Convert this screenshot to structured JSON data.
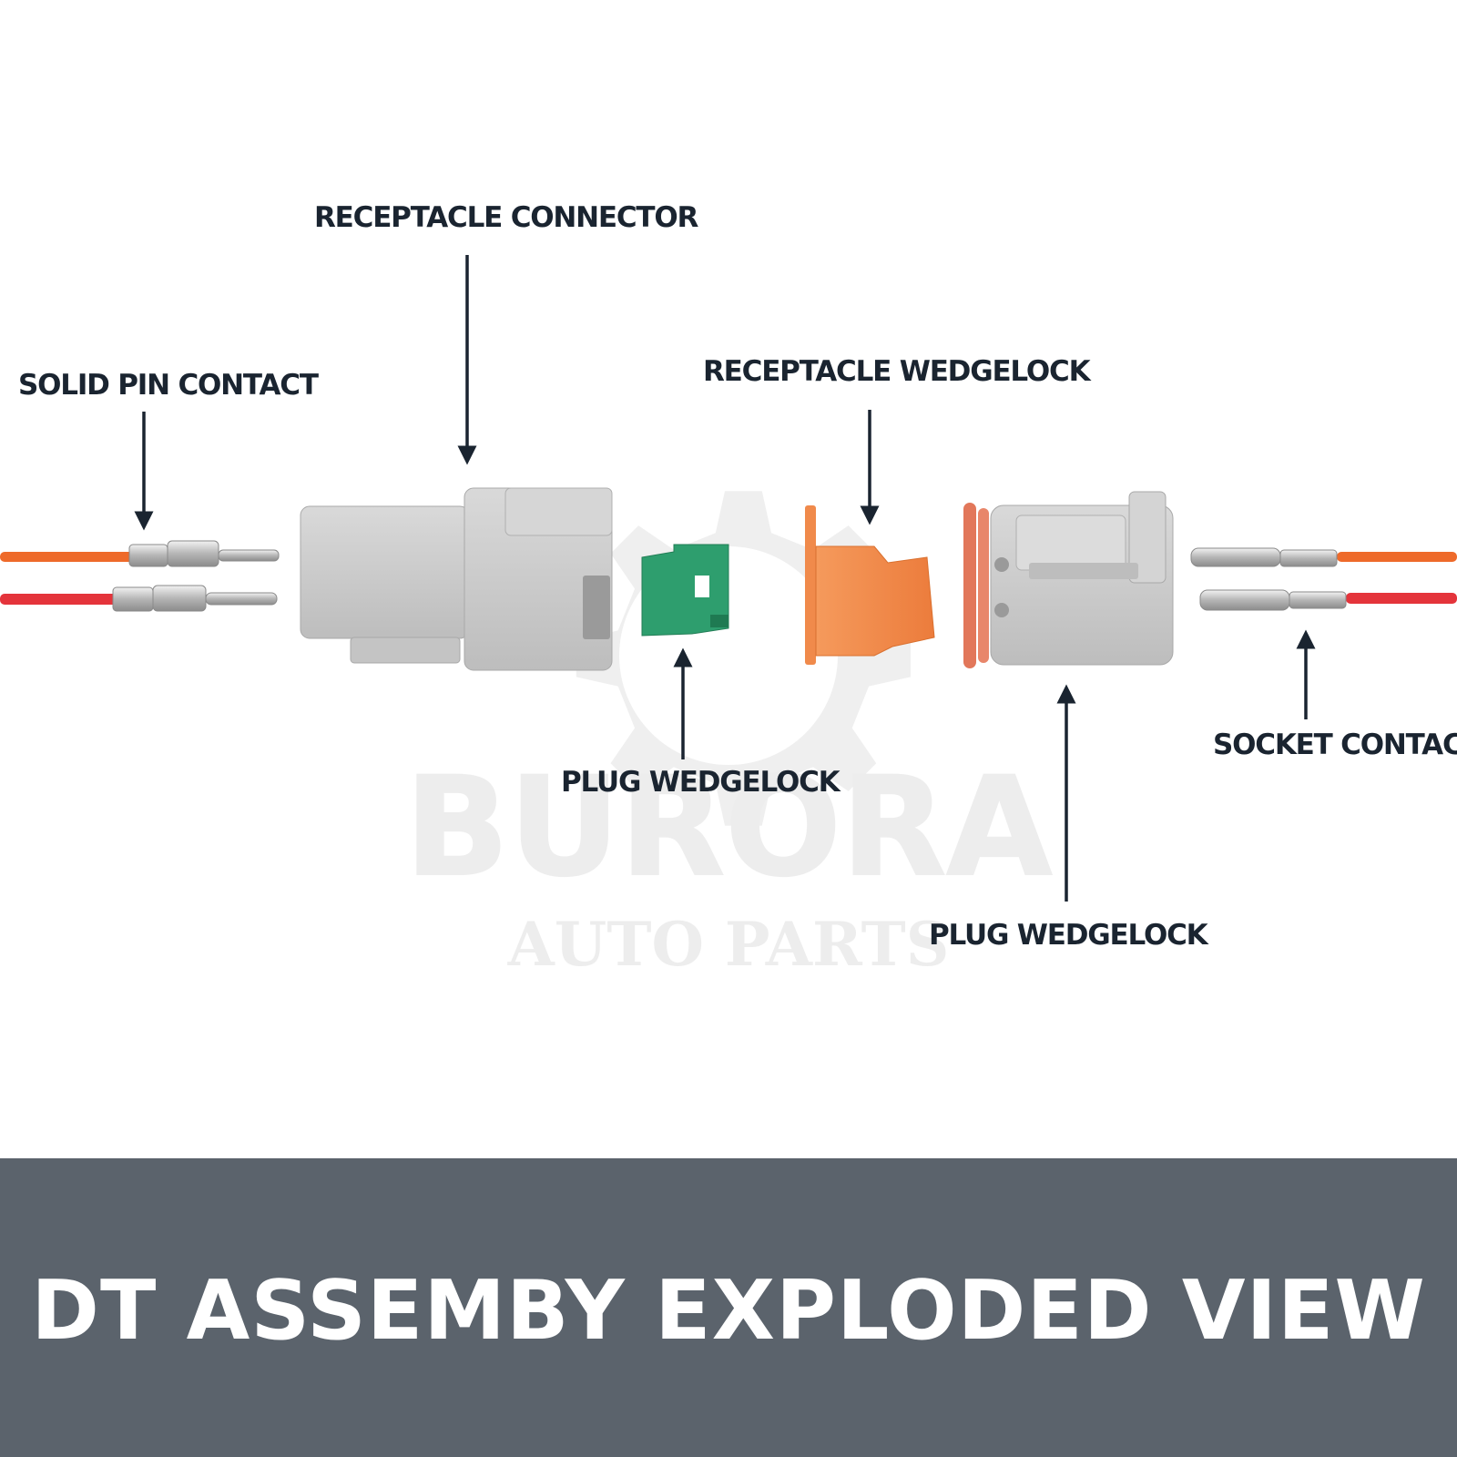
{
  "labels": {
    "solid_pin_contact": "SOLID PIN CONTACT",
    "receptacle_connector": "RECEPTACLE CONNECTOR",
    "receptacle_wedgelock": "RECEPTACLE WEDGELOCK",
    "plug_wedgelock_left": "PLUG WEDGELOCK",
    "plug_wedgelock_right": "PLUG WEDGELOCK",
    "socket_contact": "SOCKET CONTACT"
  },
  "banner": {
    "title": "DT ASSEMBY EXPLODED VIEW"
  },
  "watermark": {
    "text_main": "BURORA",
    "text_sub": "AUTO PARTS"
  },
  "colors": {
    "label_text": "#1a2430",
    "banner_bg": "#5b636c",
    "banner_text": "#ffffff",
    "housing_grey": "#cfcfcf",
    "wedgelock_orange": "#f08a4b",
    "wedgelock_green": "#2e9e6e",
    "wire_orange": "#ee6a2a",
    "wire_red": "#e4343b",
    "metal": "#c9c9c9"
  }
}
